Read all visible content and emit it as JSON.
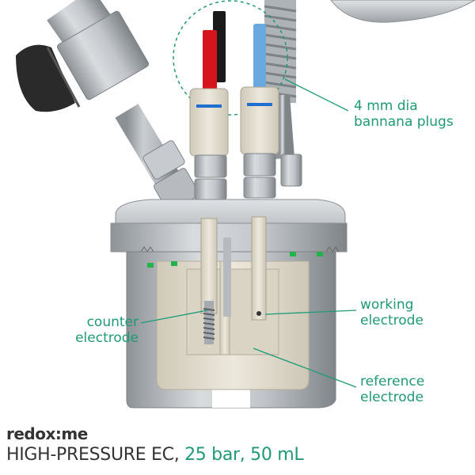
{
  "labels": {
    "plugs": [
      "4 mm dia",
      "bannana plugs"
    ],
    "counter": [
      "counter",
      "electrode"
    ],
    "working": [
      "working",
      "electrode"
    ],
    "reference": [
      "reference",
      "electrode"
    ]
  },
  "brand": "redox:me",
  "caption": {
    "main": "HIGH-PRESSURE EC, ",
    "accent": "25 bar, 50 mL"
  },
  "colors": {
    "accent": "#1f9a76",
    "text": "#333333",
    "steel": "#b9bdc1",
    "ptfe": "#e6e2d6",
    "plug_red": "#d5141b",
    "plug_black": "#1a1a1a",
    "plug_blue": "#6aa8e0",
    "seal_green": "#22b34a"
  }
}
